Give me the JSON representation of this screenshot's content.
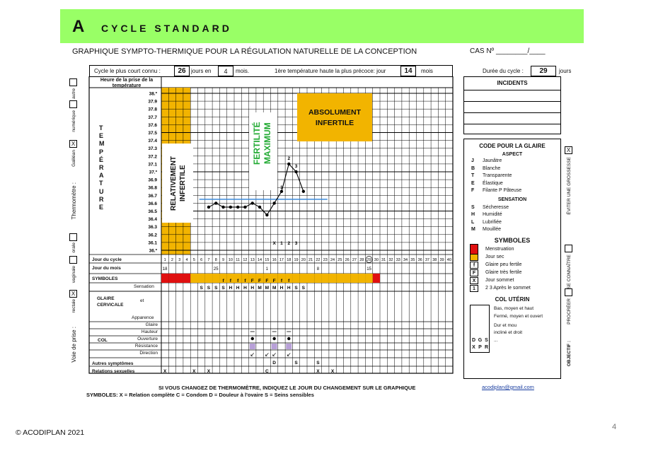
{
  "header": {
    "letter": "A",
    "title": "CYCLE STANDARD",
    "subtitle": "GRAPHIQUE SYMPTO-THERMIQUE POUR LA RÉGULATION NATURELLE DE LA CONCEPTION",
    "cas": "CAS Nº ________/____"
  },
  "top_row": {
    "shortest_label": "Cycle le plus court connu :",
    "shortest_value": "26",
    "jours_en": "jours en",
    "months_value": "4",
    "mois": "mois.",
    "first_high_label": "1ère température haute la plus précoce: jour",
    "first_high_value": "14",
    "mois2": "mois",
    "duration_label": "Durée du cycle :",
    "duration_value": "29",
    "jours": "jours"
  },
  "chart_labels": {
    "time_header": "Heure de la prise de la température",
    "temperature_vertical": [
      "T",
      "E",
      "M",
      "P",
      "É",
      "R",
      "A",
      "T",
      "U",
      "R",
      "E"
    ],
    "temps": [
      "38.º",
      "37.9",
      "37.8",
      "37.7",
      "37.6",
      "37.5",
      "37.4",
      "37.3",
      "37.2",
      "37.1",
      "37.º",
      "36.9",
      "36.8",
      "36.7",
      "36.6",
      "36.5",
      "36.4",
      "36.3",
      "36.2",
      "36.1",
      "36.º"
    ],
    "relativement": "RELATIVEMENT INFERTILE",
    "fertilite": "FERTILITÉ MAXIMUM",
    "absolument": "ABSOLUMENT INFERTILE",
    "day_row_label": "Jour du cycle",
    "month_row_label": "Jour du mois",
    "symbols_label": "SYMBOLES",
    "glaire_label": "GLAIRE CERVICALE",
    "et": "et",
    "sensation": "Sensation",
    "apparence": "Apparence",
    "col": "COL",
    "col_rows": [
      "Glaire",
      "Hauteur",
      "Ouverture",
      "Résistance",
      "Direction"
    ],
    "autres": "Autres symptômes",
    "relations": "Relations sexuelles"
  },
  "sidebar_left": {
    "autre": "autre",
    "numerique": "numérique",
    "galilean": "Galiléan",
    "galilean_mark": "X",
    "thermometre": "Thermomètre :",
    "orale": "orale",
    "vaginale": "vaginale",
    "rectale": "rectale",
    "rectale_mark": "X",
    "voie": "Voie de prise :"
  },
  "chart_data": {
    "type": "line",
    "x": [
      7,
      8,
      9,
      10,
      11,
      12,
      13,
      14,
      15,
      16,
      17,
      18,
      19,
      20
    ],
    "y": [
      36.55,
      36.6,
      36.55,
      36.55,
      36.55,
      36.55,
      36.6,
      36.55,
      36.45,
      36.6,
      36.75,
      37.1,
      37.0,
      36.75
    ],
    "coverline": 36.65,
    "ylim": [
      36.0,
      38.0
    ],
    "days": [
      "1",
      "2",
      "3",
      "4",
      "5",
      "6",
      "7",
      "8",
      "9",
      "10",
      "11",
      "12",
      "13",
      "14",
      "15",
      "16",
      "17",
      "18",
      "19",
      "20",
      "21",
      "22",
      "23",
      "24",
      "25",
      "26",
      "27",
      "28",
      "29",
      "30",
      "31",
      "32",
      "33",
      "34",
      "35",
      "36",
      "37",
      "38",
      "39",
      "40"
    ],
    "month_days": {
      "1": "18",
      "8": "25",
      "15": "1",
      "22": "8",
      "29": "15"
    },
    "below_marks": {
      "16": "X",
      "17": "1",
      "18": "2",
      "19": "3"
    },
    "above_marks": {
      "17": "1",
      "18": "2",
      "19": "3"
    },
    "symbols_row": {
      "red_days": [
        1,
        2,
        3,
        4,
        30
      ],
      "yellow_days": [
        5,
        6,
        7,
        8,
        9,
        10,
        11,
        12,
        13,
        14,
        15,
        16,
        17,
        18,
        19,
        20,
        21,
        22,
        23,
        24,
        25,
        26,
        27,
        28,
        29
      ]
    },
    "sensation": {
      "6": "S",
      "7": "S",
      "8": "S",
      "9": "S",
      "10": "H",
      "11": "H",
      "12": "H",
      "13": "H",
      "14": "M",
      "15": "M",
      "16": "M",
      "17": "H",
      "18": "H",
      "19": "S",
      "20": "S"
    },
    "apparence": {
      "9": "f",
      "10": "f",
      "11": "f",
      "12": "f",
      "13": "F",
      "14": "F",
      "15": "F",
      "16": "F",
      "17": "f",
      "18": "f"
    },
    "autres": {
      "16": "D",
      "19": "S",
      "22": "S"
    },
    "relations": {
      "1": "X",
      "5": "X",
      "7": "X",
      "15": "C",
      "22": "X",
      "24": "X"
    },
    "cycle_circle_day": "29"
  },
  "legend": {
    "title": "CODE POUR LA GLAIRE",
    "aspect": "ASPECT",
    "aspect_items": [
      [
        "J",
        "Jaunâtre"
      ],
      [
        "B",
        "Blanche"
      ],
      [
        "T",
        "Transparente"
      ],
      [
        "E",
        "Élastique"
      ],
      [
        "F",
        "Filante  P  Pâteuse"
      ]
    ],
    "sensation": "SENSATION",
    "sensation_items": [
      [
        "S",
        "Sécheresse"
      ],
      [
        "H",
        "Humidité"
      ],
      [
        "L",
        "Lubrifiée"
      ],
      [
        "M",
        "Mouillée"
      ]
    ],
    "symboles": "SYMBOLES",
    "symbol_items": [
      [
        "Menstruation",
        "#e01010"
      ],
      [
        "Jour sec",
        "#f2b400"
      ],
      [
        "Glaire peu fertile",
        "f"
      ],
      [
        "Glaire très fertile",
        "F"
      ],
      [
        "Jour sommet",
        "X"
      ],
      [
        "2  3 Après le sommet",
        "1"
      ]
    ],
    "col": "COL UTÉRIN",
    "col_items": [
      "Bas, moyen et haut",
      "Fermé, moyen et ouvert",
      "Dur et mou",
      "incliné et droit",
      "..."
    ],
    "col_letters": [
      "D",
      "G",
      "S",
      "X",
      "P",
      "R"
    ]
  },
  "right_panel": {
    "incidents": "INCIDENTS",
    "eviter": "ÉVITER UNE GROSSESSE",
    "eviter_mark": "X",
    "connaitre": "SE CONNAÎTRE",
    "proceder": "PROCRÉER",
    "objectif": "OBJECTIF :",
    "email": "acodiplan@gmail.com"
  },
  "footer": {
    "note": "SI VOUS CHANGEZ DE THERMOMÈTRE, INDIQUEZ LE JOUR DU CHANGEMENT SUR LE GRAPHIQUE",
    "symbols": "SYMBOLES:  X = Relation complète  C = Condom  D = Douleur à l'ovaire  S = Seins sensibles",
    "copyright": "© ACODIPLAN 2021",
    "page": "4"
  },
  "colors": {
    "green": "#99ff66",
    "orange": "#f2b400",
    "red": "#e01010",
    "blue": "#3c8ad9",
    "fert_green": "#22aa33"
  }
}
